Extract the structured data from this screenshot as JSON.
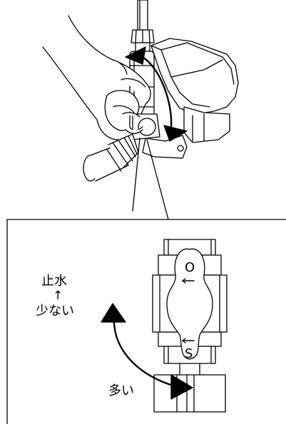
{
  "labels": {
    "stop_water": "止水",
    "up_arrow": "↑",
    "less": "少ない",
    "more": "多い"
  },
  "valve": {
    "open_letter": "O",
    "shut_letter": "S"
  }
}
